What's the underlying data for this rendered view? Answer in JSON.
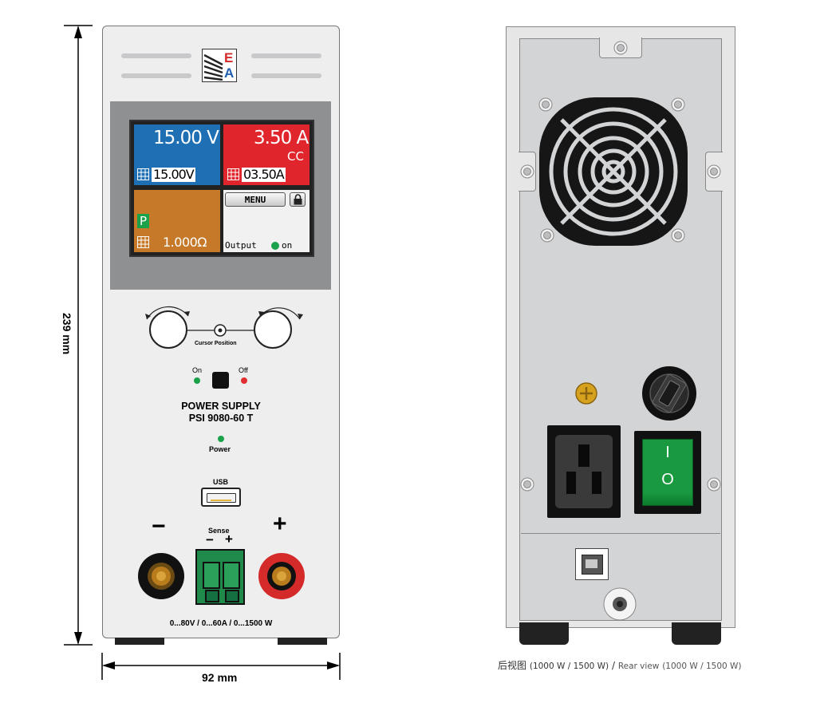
{
  "dimensions": {
    "height": "239 mm",
    "width": "92 mm"
  },
  "front": {
    "brand_letters": [
      "E",
      "A"
    ],
    "voltage_actual": "15.00 V",
    "voltage_set": "15.00V",
    "current_actual": "3.50 A",
    "current_mode": "CC",
    "current_set": "03.50A",
    "power_mode": "P",
    "resistance_set": "1.000Ω",
    "menu_button": "MENU",
    "output_label": "Output",
    "output_state": "on",
    "cursor_label": "Cursor Position",
    "on_label": "On",
    "off_label": "Off",
    "product_line1": "POWER SUPPLY",
    "product_line2": "PSI 9080-60 T",
    "power_led_label": "Power",
    "usb_label": "USB",
    "sense_label": "Sense",
    "minus": "−",
    "plus": "+",
    "sense_minus": "−",
    "sense_plus": "+",
    "ratings": "0...80V / 0...60A / 0...1500 W"
  },
  "rear": {
    "switch_on": "I",
    "switch_off": "O"
  },
  "caption": {
    "cn": "后视图",
    "cn_spec": "(1000 W / 1500 W)",
    "sep": " / ",
    "en": "Rear view",
    "en_spec": "(1000 W / 1500 W)"
  },
  "colors": {
    "voltage_panel": "#1e6fb4",
    "current_panel": "#e0262c",
    "power_panel": "#c7792a",
    "led_green": "#1aa24a",
    "led_red": "#e03030",
    "switch_green": "#1a9a40",
    "terminal_red": "#d42a2a",
    "sense_block": "#1f8a4a"
  }
}
